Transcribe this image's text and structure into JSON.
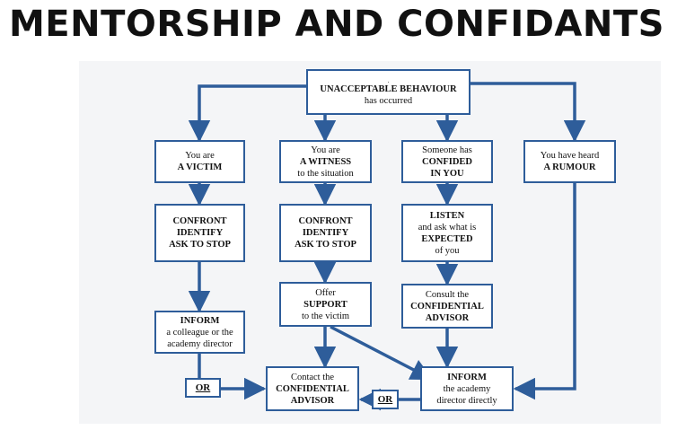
{
  "title": "MENTORSHIP AND CONFIDANTS",
  "colors": {
    "line": "#2e5d9a",
    "panel": "#f4f5f7"
  },
  "top": {
    "dot": ".",
    "line1": "UNACCEPTABLE BEHAVIOUR",
    "line2": "has occurred"
  },
  "victim": {
    "line1": "You are",
    "line2": "A VICTIM"
  },
  "witness": {
    "line1": "You are",
    "line2": "A WITNESS",
    "line3": "to the situation"
  },
  "confided": {
    "line1": "Someone has",
    "line2": "CONFIDED",
    "line3": "IN YOU"
  },
  "rumour": {
    "line1": "You have heard",
    "line2": "A RUMOUR"
  },
  "confront_victim": {
    "line1": "CONFRONT",
    "line2": "IDENTIFY",
    "line3": "ASK TO STOP"
  },
  "confront_witness": {
    "line1": "CONFRONT",
    "line2": "IDENTIFY",
    "line3": "ASK TO STOP"
  },
  "listen": {
    "line1": "LISTEN",
    "line2": "and ask what is",
    "line3": "EXPECTED",
    "line4": "of you"
  },
  "support": {
    "line1": "Offer",
    "line2": "SUPPORT",
    "line3": "to the victim"
  },
  "consult": {
    "line1": "Consult the",
    "line2": "CONFIDENTIAL",
    "line3": "ADVISOR"
  },
  "inform_colleague": {
    "line1": "INFORM",
    "line2": "a colleague or the",
    "line3": "academy director"
  },
  "contact": {
    "line1": "Contact the",
    "line2": "CONFIDENTIAL",
    "line3": "ADVISOR"
  },
  "inform_director": {
    "line1": "INFORM",
    "line2": "the academy",
    "line3": "director directly"
  },
  "or_left": "OR",
  "or_right": "OR"
}
